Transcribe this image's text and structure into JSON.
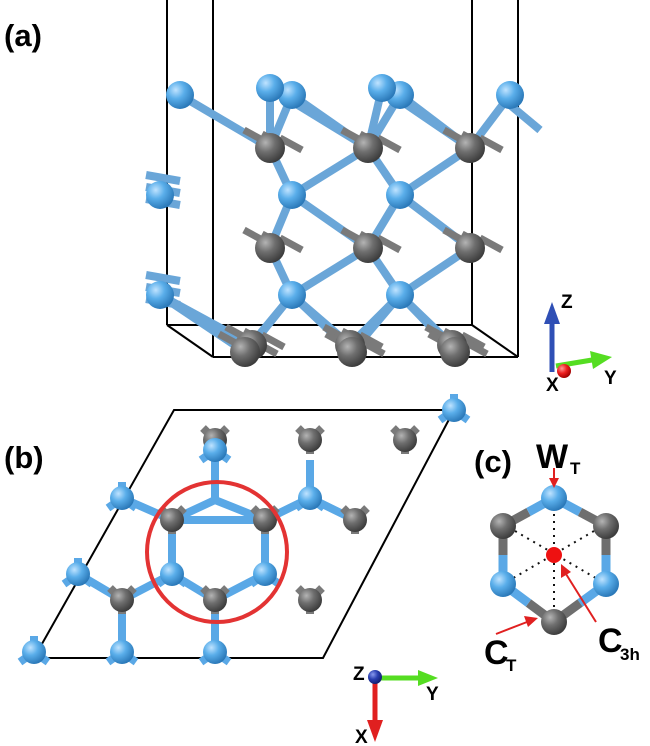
{
  "panels": {
    "a": {
      "label": "(a)"
    },
    "b": {
      "label": "(b)"
    },
    "c": {
      "label": "(c)"
    }
  },
  "axes_a": {
    "z": "Z",
    "y": "Y",
    "x": "X"
  },
  "axes_b": {
    "z": "Z",
    "y": "Y",
    "x": "X"
  },
  "sites": {
    "wt": {
      "main": "W",
      "sub": "T"
    },
    "ct": {
      "main": "C",
      "sub": "T"
    },
    "c3h": {
      "main": "C",
      "sub": "3h"
    }
  },
  "colors": {
    "blue_atom": "#58a8e8",
    "gray_atom": "#6e6e6e",
    "highlight_circle": "#e33333",
    "axis_z": "#2f4fb5",
    "axis_y": "#55dd22",
    "axis_x": "#e02020"
  }
}
